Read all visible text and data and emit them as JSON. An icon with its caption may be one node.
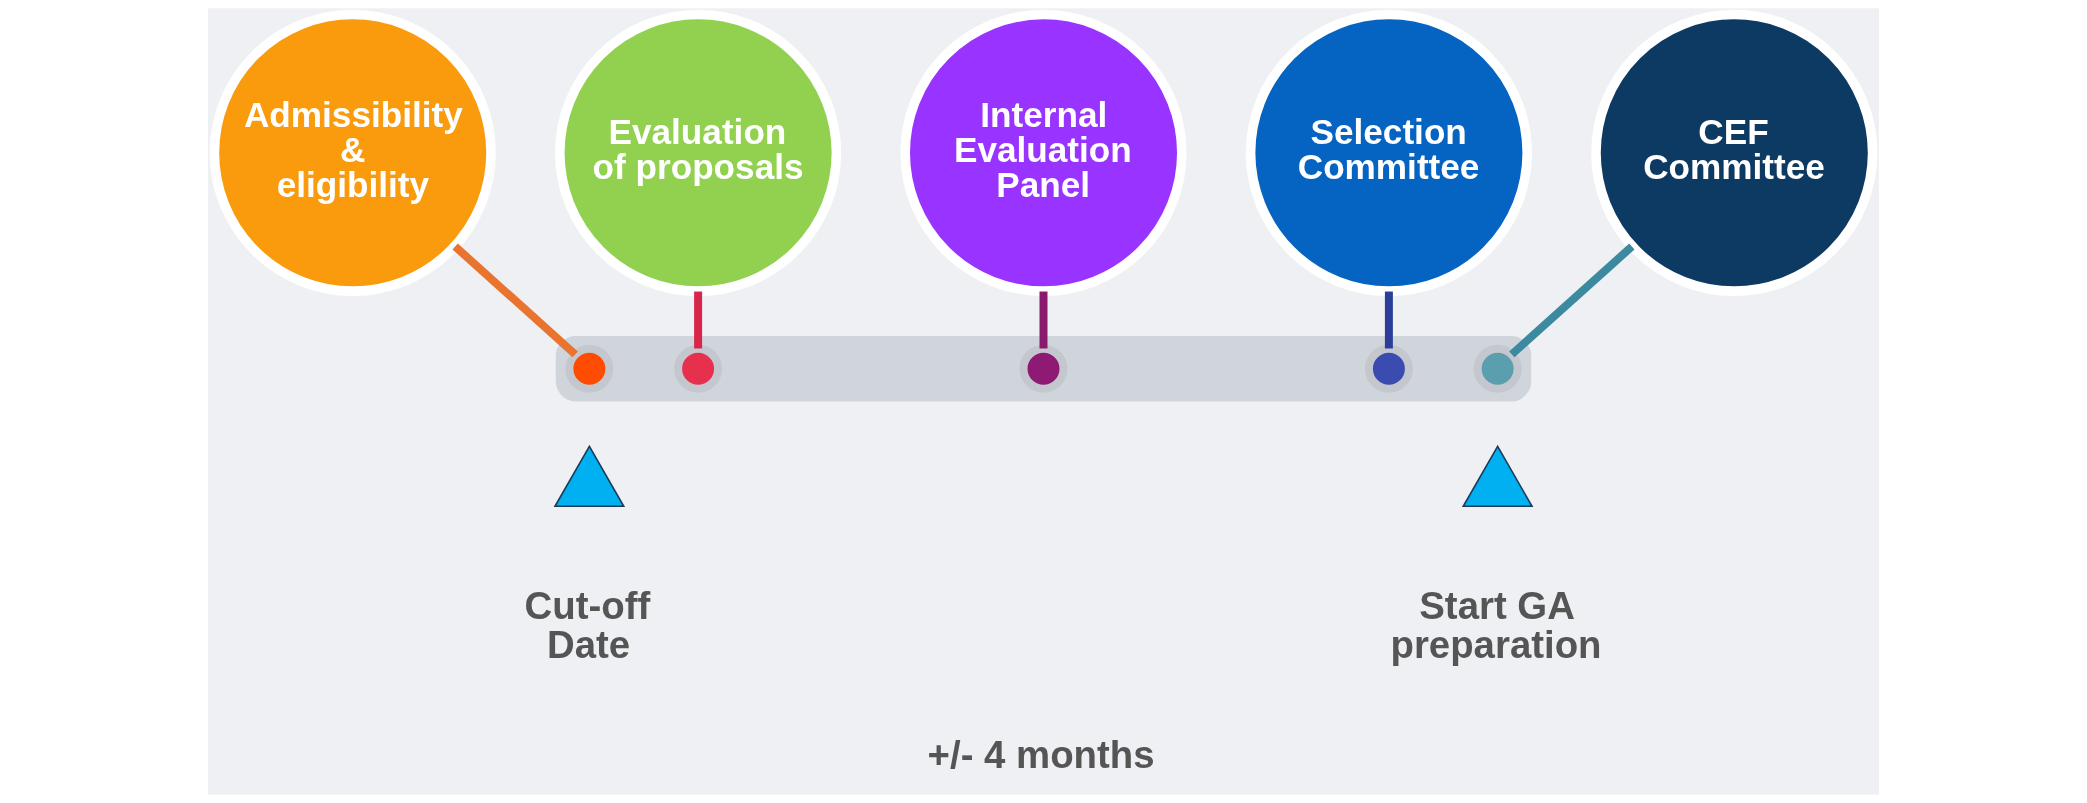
{
  "diagram": {
    "nodes": [
      {
        "text": [
          "Admissibility & eligibility"
        ]
      },
      {
        "text": [
          "Evaluation of proposals"
        ]
      },
      {
        "text": [
          "Internal Evaluation Panel"
        ]
      },
      {
        "text": [
          "Selection Committee"
        ]
      },
      {
        "text": [
          "CEF Committee"
        ]
      },
      {
        "text": [],
        "shape": "bar"
      },
      {
        "text": [],
        "shape": "circle",
        "in": 5
      },
      {
        "text": [],
        "shape": "circle",
        "in": 5
      },
      {
        "text": [],
        "shape": "circle",
        "in": 5
      },
      {
        "text": [],
        "shape": "circle",
        "in": 5
      },
      {
        "text": [],
        "shape": "circle",
        "in": 5
      },
      {
        "text": [],
        "shape": "triangle",
        "beside": [
          "Cut-off Date"
        ]
      },
      {
        "text": [],
        "shape": "triangle",
        "beside": [
          "Start GA preparation"
        ]
      }
    ],
    "edges": [
      {
        "from": 0,
        "to": 6,
        "arrow": "none",
        "color": "#e8742f"
      },
      {
        "from": 1,
        "to": 7,
        "arrow": "none",
        "color": "#d8254a"
      },
      {
        "from": 2,
        "to": 8,
        "arrow": "none",
        "color": "#8a1a6e"
      },
      {
        "from": 3,
        "to": 9,
        "arrow": "none",
        "color": "#2b3f9a"
      },
      {
        "from": 4,
        "to": 10,
        "arrow": "none",
        "color": "#3d8aa0"
      }
    ],
    "labels": [
      "+/- 4 months"
    ]
  }
}
